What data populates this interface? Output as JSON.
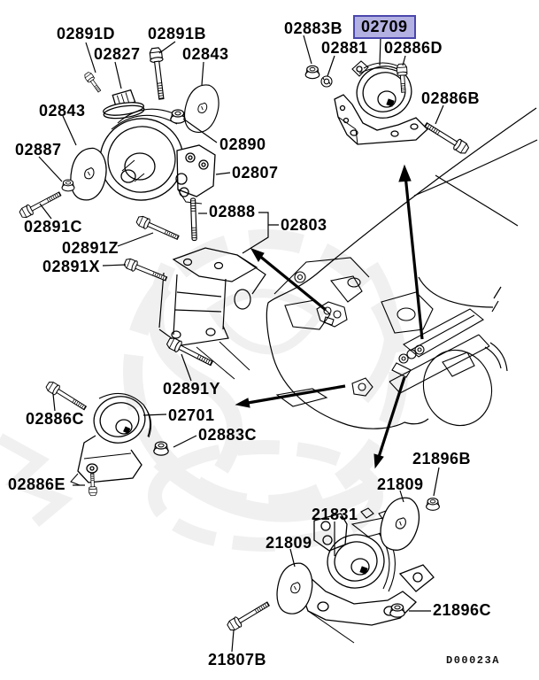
{
  "diagram": {
    "code": "D00023A",
    "highlighted_part": "02709"
  },
  "colors": {
    "highlight_bg": "#b3b1e2",
    "highlight_border": "#4a47ad",
    "line_color": "#000000",
    "watermark_color": "#e4e4e4"
  },
  "labels": {
    "02891D": "02891D",
    "02891B": "02891B",
    "02827": "02827",
    "02843": "02843",
    "02883B": "02883B",
    "02709": "02709",
    "02881": "02881",
    "02886D": "02886D",
    "02886B": "02886B",
    "02887": "02887",
    "02890": "02890",
    "02807": "02807",
    "02891C": "02891C",
    "02888": "02888",
    "02803": "02803",
    "02891Z": "02891Z",
    "02891X": "02891X",
    "02891Y": "02891Y",
    "02886C": "02886C",
    "02701": "02701",
    "02883C": "02883C",
    "02886E": "02886E",
    "21896B": "21896B",
    "21809": "21809",
    "21831": "21831",
    "21896C": "21896C",
    "21807B": "21807B"
  }
}
